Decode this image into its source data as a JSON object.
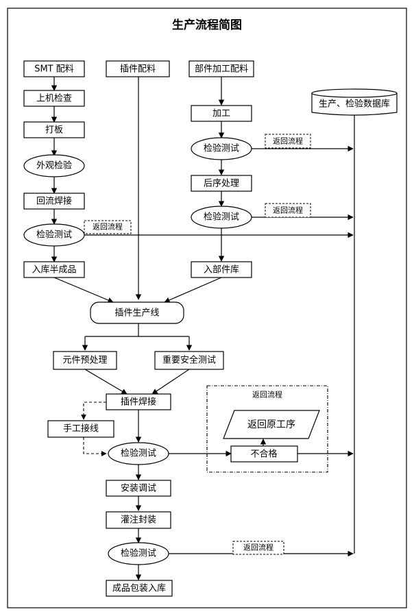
{
  "title": "生产流程简图",
  "nodes": {
    "smt": "SMT 配料",
    "plugin_material": "插件配料",
    "parts_material": "部件加工配料",
    "database": "生产、检验数据库",
    "onboard_check": "上机检查",
    "board": "打板",
    "machining": "加工",
    "visual_check": "外观检验",
    "test_parts_1": "检验测试",
    "post_process": "后序处理",
    "reflow": "回流焊接",
    "test_parts_2": "检验测试",
    "test_smt": "检验测试",
    "semi_stock": "入库半成品",
    "parts_stock": "入部件库",
    "plugin_line": "插件生产线",
    "pretreat": "元件预处理",
    "safety_test": "重要安全测试",
    "plugin_weld": "插件焊接",
    "manual_wire": "手工接线",
    "test_main": "检验测试",
    "return_original": "返回原工序",
    "fail": "不合格",
    "install_debug": "安装调试",
    "potting": "灌注封装",
    "test_final": "检验测试",
    "package_stock": "成品包装入库"
  },
  "return_labels": {
    "parts_1": "返回流程",
    "parts_2": "返回流程",
    "smt": "返回流程",
    "fail_group": "返回流程",
    "final": "返回流程"
  }
}
